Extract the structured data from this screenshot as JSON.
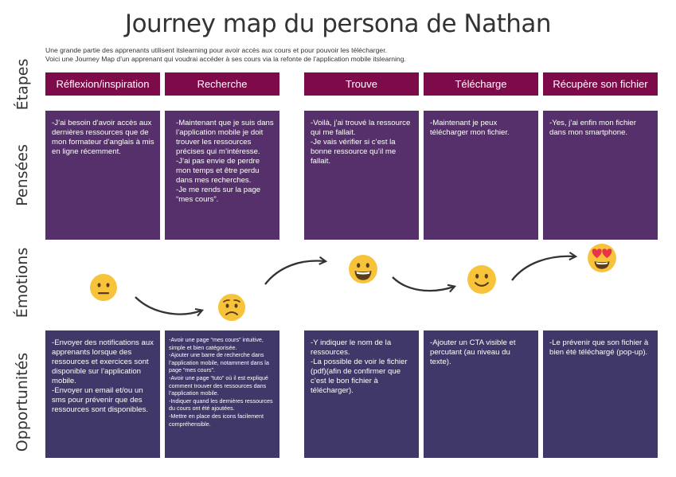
{
  "title": "Journey map du persona de Nathan",
  "intro": {
    "line1": "Une grande partie des apprenants utilisent itslearning pour avoir accès aux cours et pour pouvoir les télécharger.",
    "line2": "Voici une Journey Map d’un apprenant qui voudrai accéder à ses cours via la refonte de l’application mobile itslearning."
  },
  "row_labels": {
    "stages": "Étapes",
    "thoughts": "Pensées",
    "emotions": "Émotions",
    "opportunities": "Opportunités"
  },
  "stages": [
    "Réflexion/inspiration",
    "Recherche",
    "Trouve",
    "Télécharge",
    "Récupère son fichier"
  ],
  "thoughts": [
    [
      "-J’ai besoin d’avoir accès aux dernières ressources que de mon formateur d’anglais à mis en ligne récemment."
    ],
    [
      "-Maintenant que je suis dans l’application mobile je doit trouver les ressources précises qui m’intéresse.",
      "-J’ai pas envie de perdre mon temps et être perdu dans mes recherches.",
      "-Je me rends sur la page “mes cours”."
    ],
    [
      "-Voilà, j’ai trouvé la ressource qui me fallait.",
      "-Je vais vérifier si c’est la bonne ressource qu’il me fallait."
    ],
    [
      "-Maintenant je peux télécharger mon fichier."
    ],
    [
      "-Yes, j’ai enfin mon fichier dans mon smartphone."
    ]
  ],
  "emotions": [
    {
      "stage": 1,
      "mood": "neutral-face-icon"
    },
    {
      "stage": 2,
      "mood": "worried-face-icon"
    },
    {
      "stage": 3,
      "mood": "grinning-face-icon"
    },
    {
      "stage": 4,
      "mood": "smiling-face-icon"
    },
    {
      "stage": 5,
      "mood": "heart-eyes-face-icon"
    }
  ],
  "opportunities": [
    [
      "-Envoyer des notifications aux apprenants lorsque des ressources et exercices sont disponible sur l’application mobile.",
      "-Envoyer un email et/ou un sms pour prévenir que des ressources sont disponibles."
    ],
    [
      "-Avoir une page “mes cours” intuitive, simple et bien catégorisée.",
      "-Ajouter une barre de recherche dans l’application mobile, notamment dans la page “mes cours”.",
      "-Avoir une page “tuto” où il est expliqué comment trouver des ressources dans l’application mobile.",
      "-Indiquer quand les dernières ressources du cours ont été ajoutées.",
      "-Mettre en place des icons facilement compréhensible."
    ],
    [
      "-Y indiquer le nom de la ressources.",
      "-La possible de voir le fichier (pdf)(afin de confirmer que c’est le bon fichier à télécharger)."
    ],
    [
      "-Ajouter un CTA visible et percutant (au niveau du texte)."
    ],
    [
      "-Le prévenir que son fichier à bien été téléchargé (pop-up)."
    ]
  ],
  "colors": {
    "stage_header": "#7d0b4a",
    "thought_box": "#56306b",
    "opportunity_box": "#3f3868",
    "emoji": "#f7c33a"
  }
}
